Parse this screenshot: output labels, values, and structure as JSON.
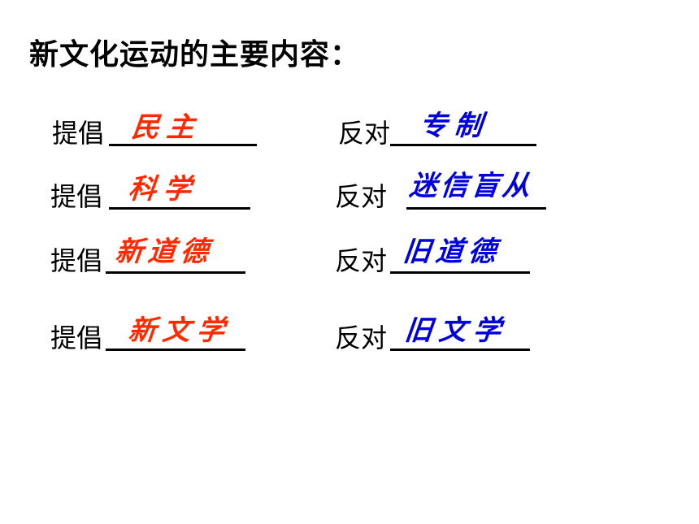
{
  "title": "新文化运动的主要内容：",
  "colors": {
    "advocate_answer": "#ff2a00",
    "oppose_answer": "#0000dd",
    "text": "#000000"
  },
  "rows": [
    {
      "advocate_label": "提倡",
      "advocate_answer": "民主",
      "oppose_label": "反对",
      "oppose_answer": "专制"
    },
    {
      "advocate_label": "提倡",
      "advocate_answer": "科学",
      "oppose_label": "反对",
      "oppose_answer": "迷信盲从"
    },
    {
      "advocate_label": "提倡",
      "advocate_answer": "新道德",
      "oppose_label": "反对",
      "oppose_answer": "旧道德"
    },
    {
      "advocate_label": "提倡",
      "advocate_answer": "新文学",
      "oppose_label": "反对",
      "oppose_answer": "旧文学"
    }
  ]
}
